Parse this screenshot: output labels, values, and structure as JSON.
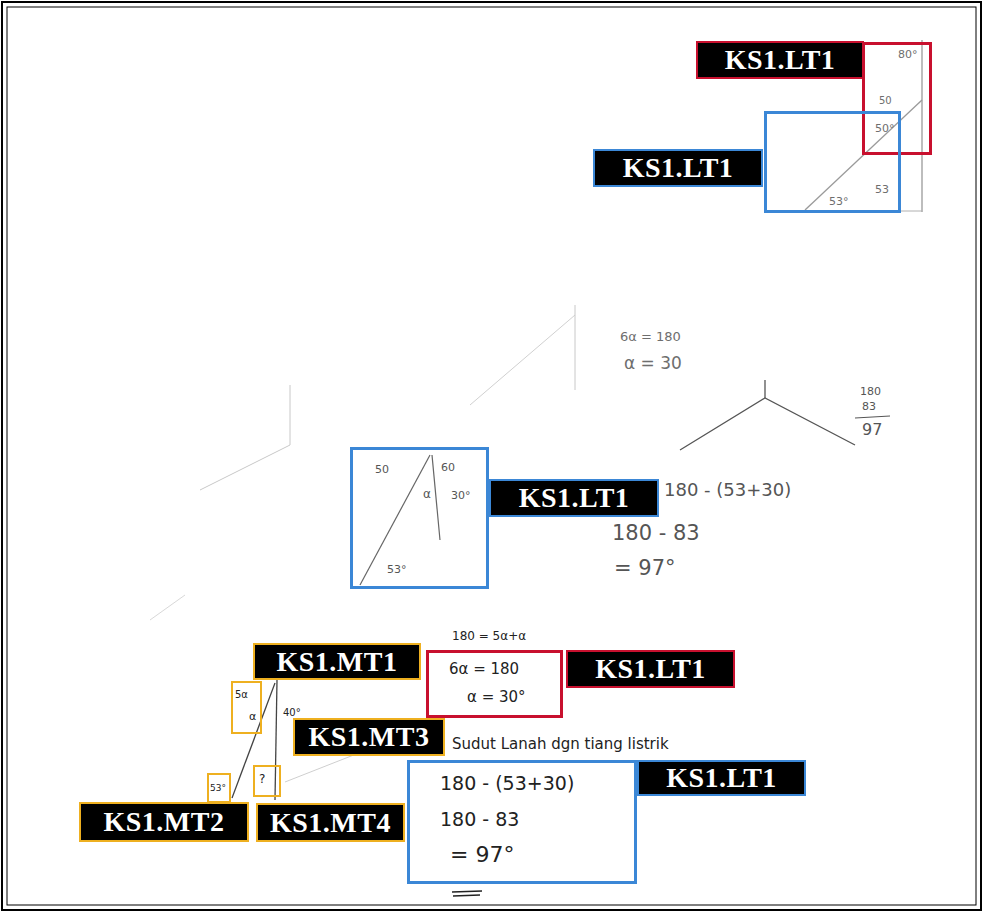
{
  "diagram": {
    "nodes": [
      {
        "text": [
          "80°",
          "50",
          "50°"
        ]
      },
      {
        "text": [
          "KS1.LT1"
        ]
      },
      {
        "text": [
          "53°",
          "53"
        ]
      },
      {
        "text": [
          "KS1.LT1"
        ]
      },
      {
        "text": [
          "50",
          "60",
          "α",
          "30°",
          "53°"
        ]
      },
      {
        "text": [
          "KS1.LT1"
        ]
      },
      {
        "text": [
          "5α",
          "α"
        ]
      },
      {
        "text": [
          "KS1.MT1"
        ]
      },
      {
        "text": [
          "6α = 180",
          "α = 30°"
        ]
      },
      {
        "text": [
          "KS1.LT1"
        ]
      },
      {
        "text": [
          "KS1.MT3"
        ]
      },
      {
        "text": [
          "180 - (53+30)",
          "180 - 83",
          "= 97°"
        ]
      },
      {
        "text": [
          "KS1.LT1"
        ]
      },
      {
        "text": [
          "53°"
        ]
      },
      {
        "text": [
          "KS1.MT2"
        ]
      },
      {
        "text": [
          "?"
        ]
      },
      {
        "text": [
          "KS1.MT4"
        ]
      }
    ],
    "labels": [
      "6α = 180",
      "α = 30",
      "180",
      "83",
      "97",
      "180 - (53+30)",
      "180 - 83",
      "= 97°",
      "180 = 5α+α",
      "Sudut Lanah dgn tiang listrik",
      "40°"
    ]
  }
}
